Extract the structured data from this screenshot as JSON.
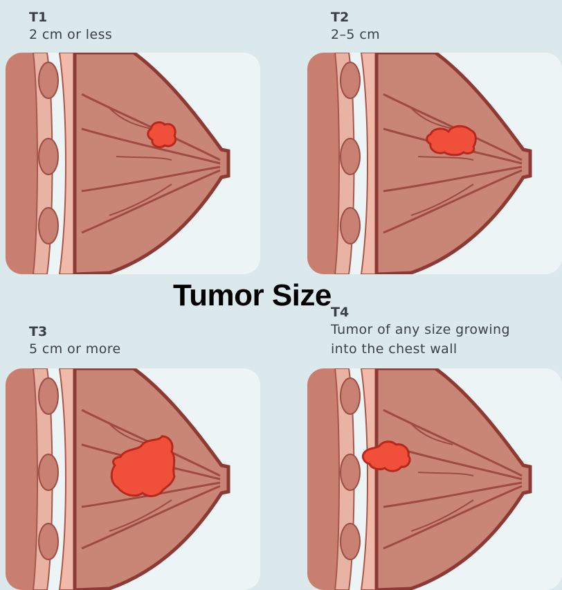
{
  "title": "Tumor Size",
  "stages": [
    {
      "code": "T1",
      "description_lines": [
        "2 cm or less"
      ],
      "tumor": "small"
    },
    {
      "code": "T2",
      "description_lines": [
        "2–5 cm"
      ],
      "tumor": "medium"
    },
    {
      "code": "T3",
      "description_lines": [
        "5 cm or more"
      ],
      "tumor": "large"
    },
    {
      "code": "T4",
      "description_lines": [
        "Tumor of any size growing",
        "into the chest wall"
      ],
      "tumor": "chest-wall"
    }
  ],
  "colors": {
    "background": "#dbe9ec",
    "panel": "#ecf4f5",
    "tissue": "#c98676",
    "skin_outline": "#8c3a33",
    "tumor_fill": "#f0503a",
    "tumor_outline": "#b5281b",
    "chest_wall": "#d9998a"
  }
}
